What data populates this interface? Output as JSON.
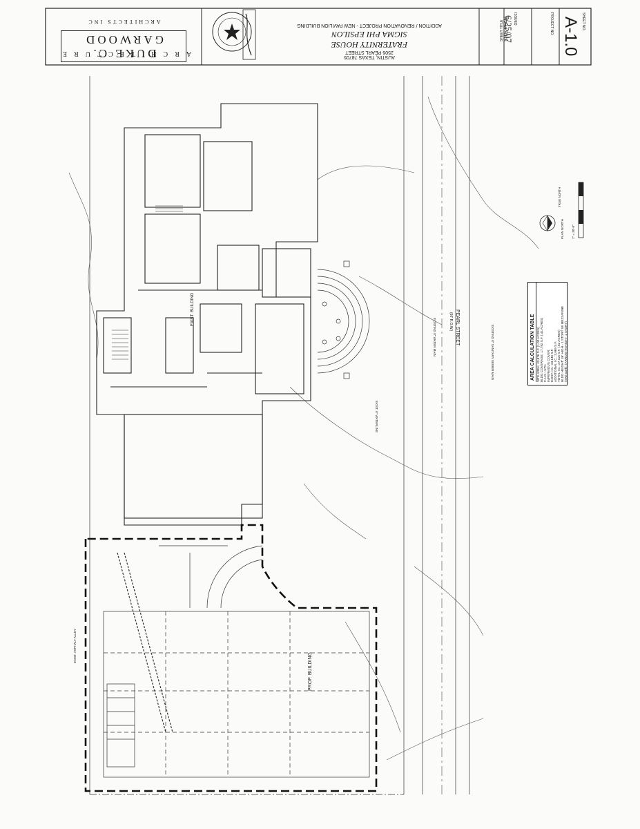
{
  "firm": {
    "name": "DUKE C. GARWOOD",
    "subtitle": "ARCHITECTS INC",
    "tagline": "ARCHITECTURE"
  },
  "project": {
    "line1": "ADDITION / RENOVATION PROJECT - NEW PAVILION BUILDING",
    "line2": "SIGMA PHI EPSILON",
    "line3": "FRATERNITY HOUSE",
    "line4": "2506 PEARL STREET",
    "line5": "AUSTIN, TEXAS 78705"
  },
  "sheet": {
    "title_label": "SHEET TITLE",
    "title": "SITE PLAN",
    "issued_label": "ISSUED",
    "date": "6/25/07",
    "project_no_label": "PROJECT NO.",
    "sheet_no_label": "SHEET NO.",
    "sheet_no": "A-1.0"
  },
  "plan": {
    "street": "PEARL STREET",
    "row": "(60' R.O.W.)",
    "exist_building": "EXIST. BUILDING",
    "prop_building": "PROP. BUILDING",
    "exist_waterline": "EXIST. 6\" WATERLINE",
    "exist_water_main": "EXISTING 8\" WATER MAIN",
    "exist_sanitary": "EXISTING 8\" SANITARY SEWER MAIN",
    "alley": "EXIST. ASPHALT ALLEY",
    "true_north": "TRUE NORTH",
    "plan_north": "PLAN NORTH",
    "scale": "1\" = 30'-0\""
  },
  "area_table": {
    "title": "AREA CALCULATION TABLE",
    "rows": [
      "SITE AREA:  43,876 S.F.  (1.00 ACRES)",
      "BLDG COVERAGE:  17,792 S.F.  (.41 ACRES)",
      "F.A.R.:  .57%",
      "IMPERVIOUS COVER:",
      "EXIST. I.C.:  23,146 S.F.",
      "ADDITIONAL I.C.:  3,969 S.F.",
      "TOTAL I.C.:  27,115 S.F.  (.62 ACRES)",
      "BLDG HEIGHT:  36' HIGH - 1 STORY W/ MEZZANINE",
      "(new work):  (ARROW IN HIGH - 1 STORY)"
    ]
  }
}
